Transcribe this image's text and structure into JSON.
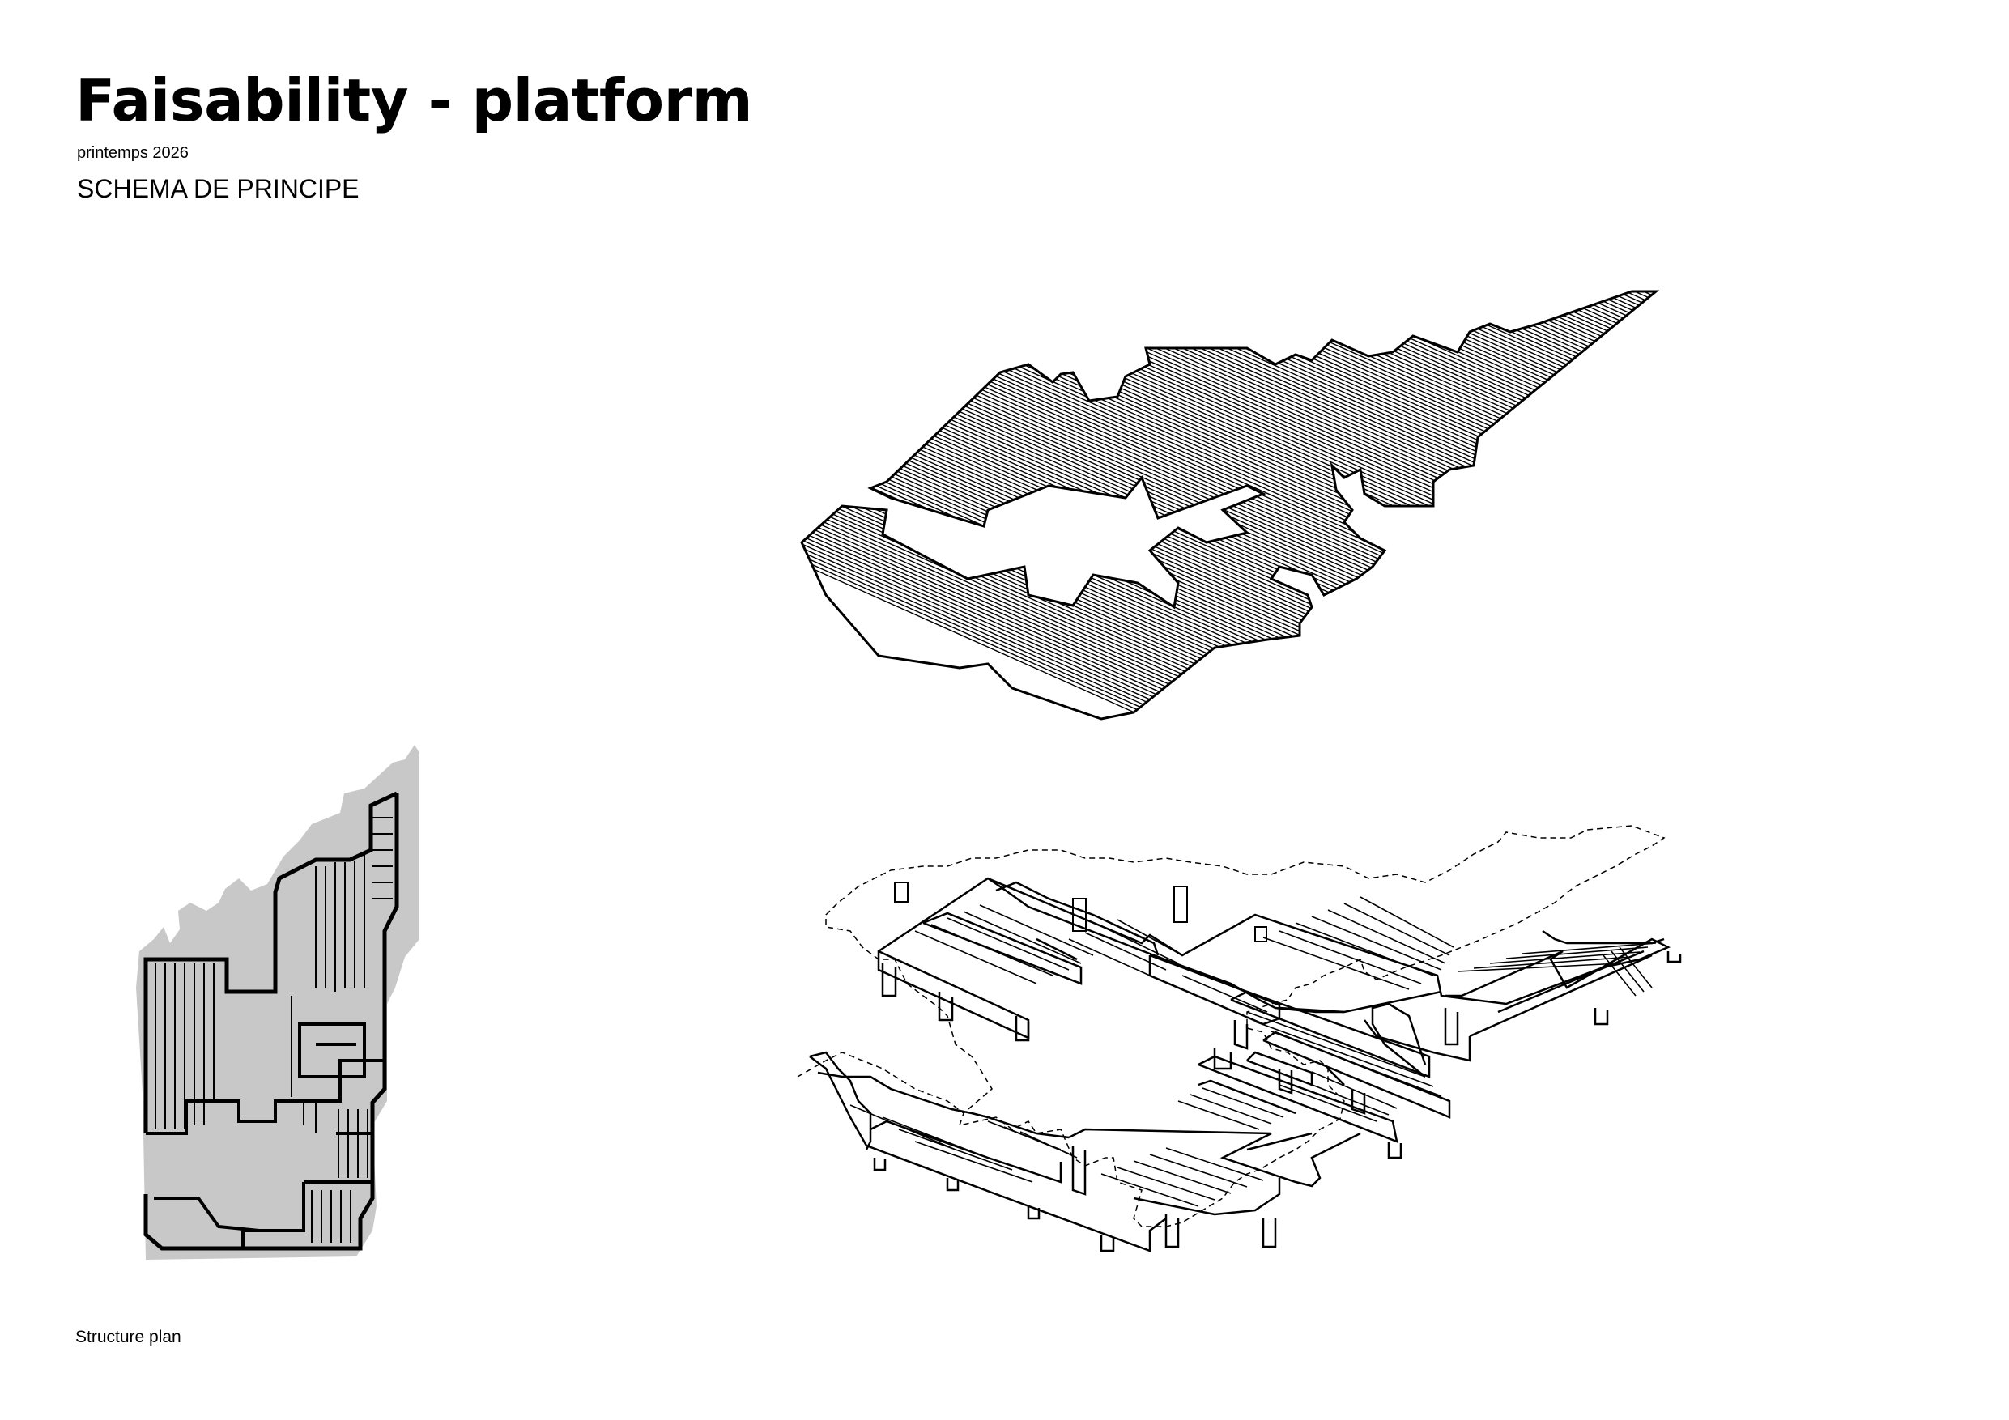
{
  "header": {
    "title": "Faisability - platform",
    "subtitle": "printemps 2026",
    "section": "SCHEMA DE PRINCIPE"
  },
  "plan": {
    "caption": "Structure plan"
  },
  "colors": {
    "ink": "#000000",
    "terrain_fill": "#c8c8c8",
    "paper": "#ffffff"
  }
}
